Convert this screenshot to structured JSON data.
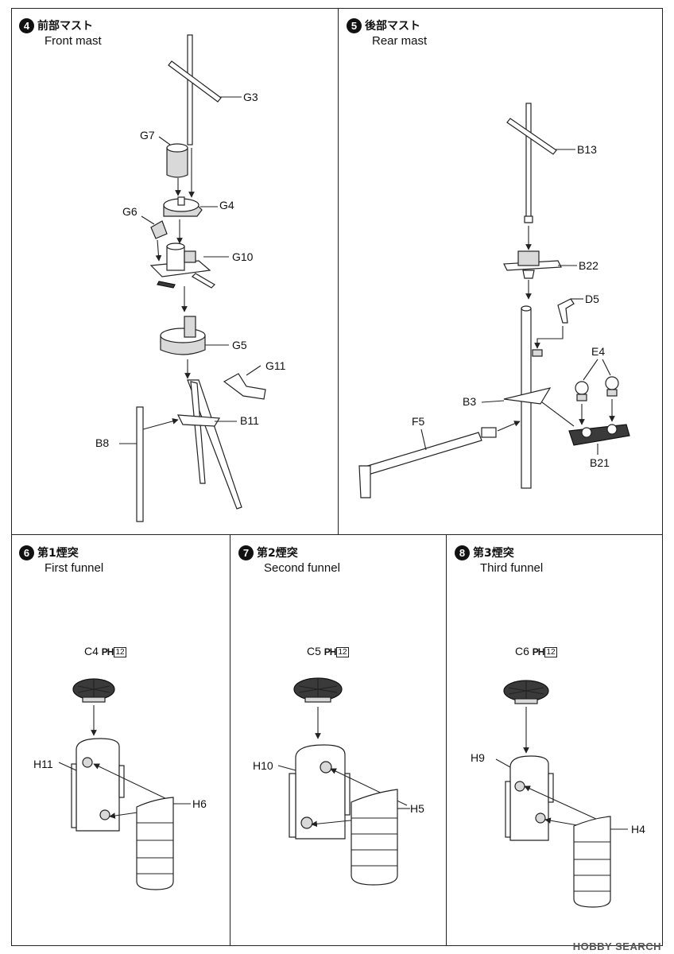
{
  "sections": {
    "front_mast": {
      "number": "4",
      "title_jp": "前部マスト",
      "title_en": "Front mast",
      "labels": {
        "g3": "G3",
        "g7": "G7",
        "g4": "G4",
        "g6": "G6",
        "g10": "G10",
        "g5": "G5",
        "g11": "G11",
        "b11": "B11",
        "b8": "B8"
      }
    },
    "rear_mast": {
      "number": "5",
      "title_jp": "後部マスト",
      "title_en": "Rear mast",
      "labels": {
        "b13": "B13",
        "b22": "B22",
        "d5": "D5",
        "e4": "E4",
        "b3": "B3",
        "f5": "F5",
        "b21": "B21"
      }
    },
    "first_funnel": {
      "number": "6",
      "title_jp": "第1煙突",
      "title_en": "First funnel",
      "labels": {
        "cap": "C4",
        "inner": "H11",
        "outer": "H6"
      },
      "paint_code": "PH",
      "paint_number": "12"
    },
    "second_funnel": {
      "number": "7",
      "title_jp": "第2煙突",
      "title_en": "Second funnel",
      "labels": {
        "cap": "C5",
        "inner": "H10",
        "outer": "H5"
      },
      "paint_code": "PH",
      "paint_number": "12"
    },
    "third_funnel": {
      "number": "8",
      "title_jp": "第3煙突",
      "title_en": "Third funnel",
      "labels": {
        "cap": "C6",
        "inner": "H9",
        "outer": "H4"
      },
      "paint_code": "PH",
      "paint_number": "12"
    }
  },
  "watermark": "HOBBY SEARCH",
  "icons": [
    "arrow-icon",
    "paint-icon"
  ]
}
